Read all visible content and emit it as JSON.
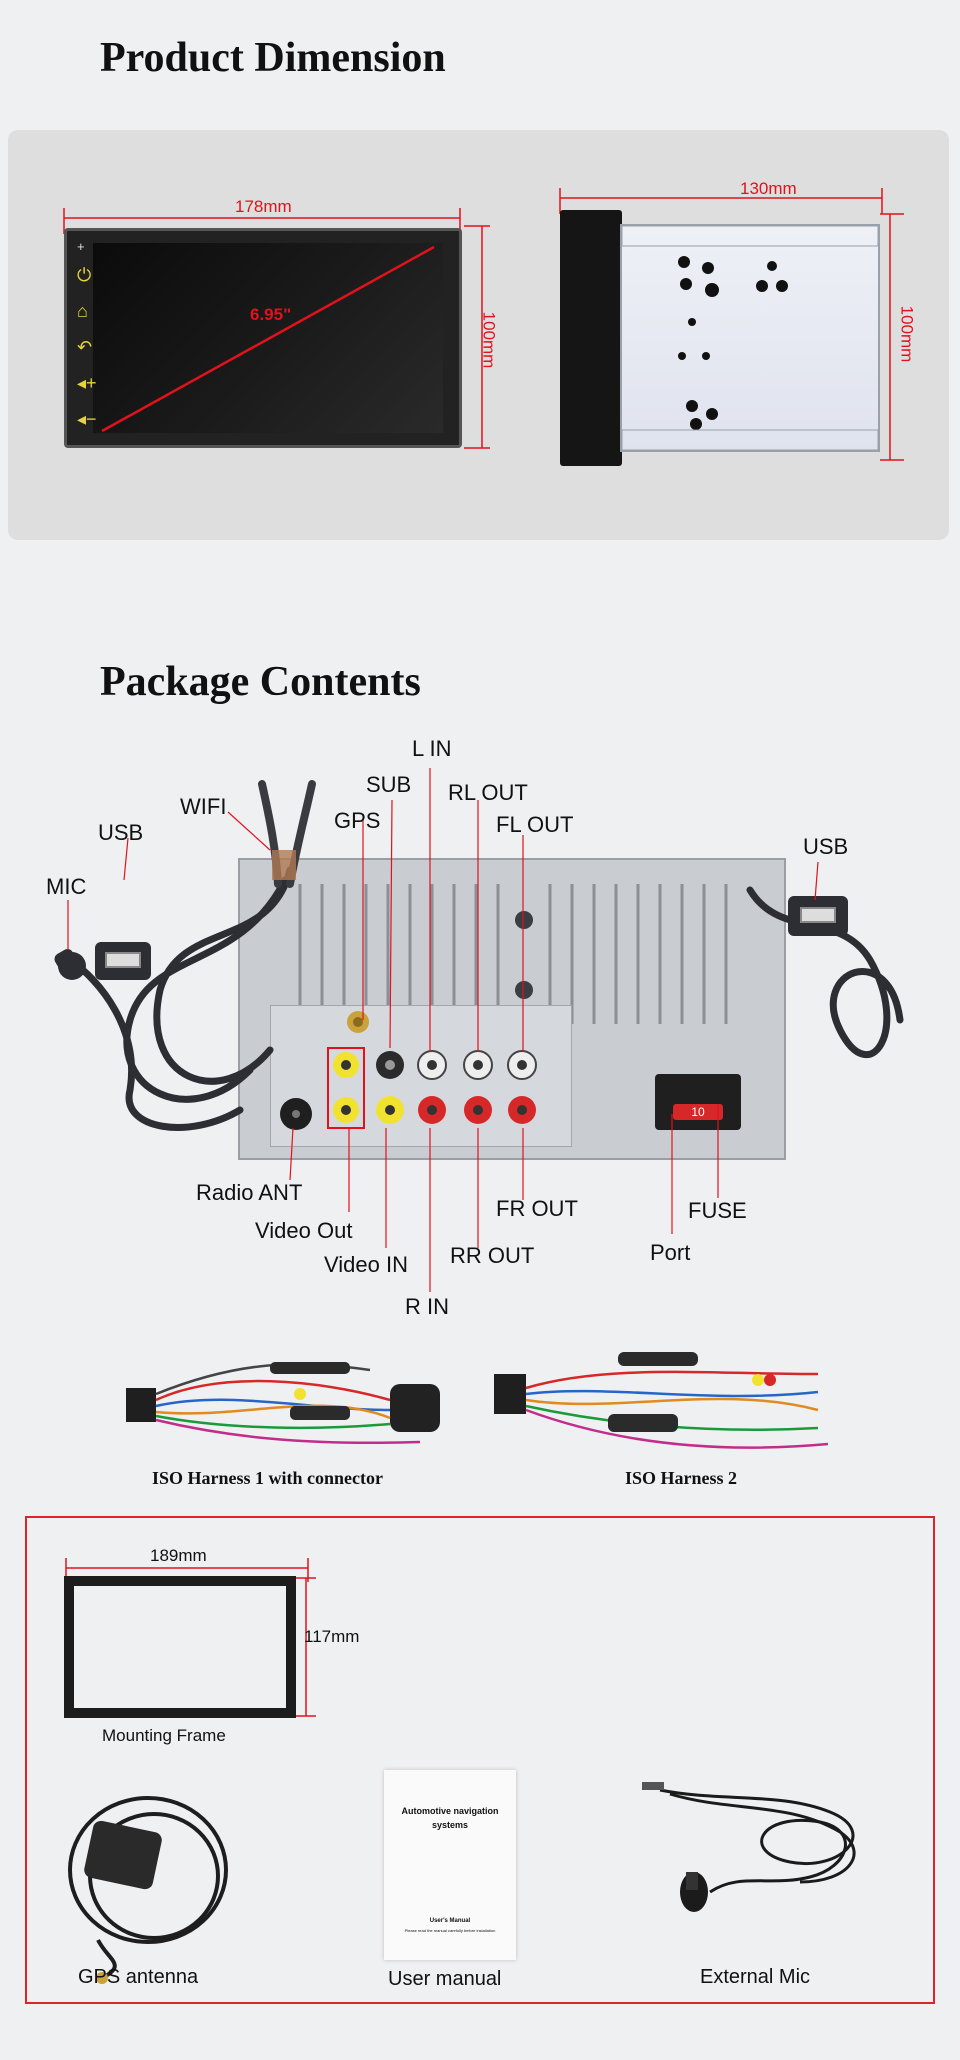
{
  "sections": {
    "dimension_title": "Product Dimension",
    "package_title": "Package Contents"
  },
  "dimensions": {
    "front_width": "178mm",
    "front_height": "100mm",
    "diagonal": "6.95\"",
    "side_depth": "130mm",
    "side_height": "100mm"
  },
  "ports": {
    "usb_left": "USB",
    "wifi": "WIFI",
    "mic": "MIC",
    "gps": "GPS",
    "sub": "SUB",
    "l_in": "L IN",
    "rl_out": "RL OUT",
    "fl_out": "FL OUT",
    "usb_right": "USB",
    "radio_ant": "Radio ANT",
    "video_out": "Video Out",
    "video_in": "Video IN",
    "r_in": "R IN",
    "rr_out": "RR OUT",
    "fr_out": "FR OUT",
    "port": "Port",
    "fuse": "FUSE",
    "fuse_rating": "10"
  },
  "harnesses": {
    "harness1": "ISO Harness 1 with connector",
    "harness2": "ISO Harness 2"
  },
  "accessories": {
    "frame_width": "189mm",
    "frame_height": "117mm",
    "frame_label": "Mounting Frame",
    "gps_label": "GPS antenna",
    "manual_label": "User manual",
    "mic_label": "External Mic",
    "manual_cover_title": "Automotive navigation systems",
    "manual_cover_sub": "User's Manual",
    "manual_cover_note": "Please read the manual carefully before installation"
  },
  "icons": {
    "screen_buttons": [
      "power-icon",
      "home-icon",
      "back-icon",
      "volume-up-icon",
      "volume-down-icon"
    ]
  },
  "colors": {
    "dimension_red": "#e1121c",
    "box_red": "#e0232b",
    "screen_icon_yellow": "#e7d43a"
  }
}
